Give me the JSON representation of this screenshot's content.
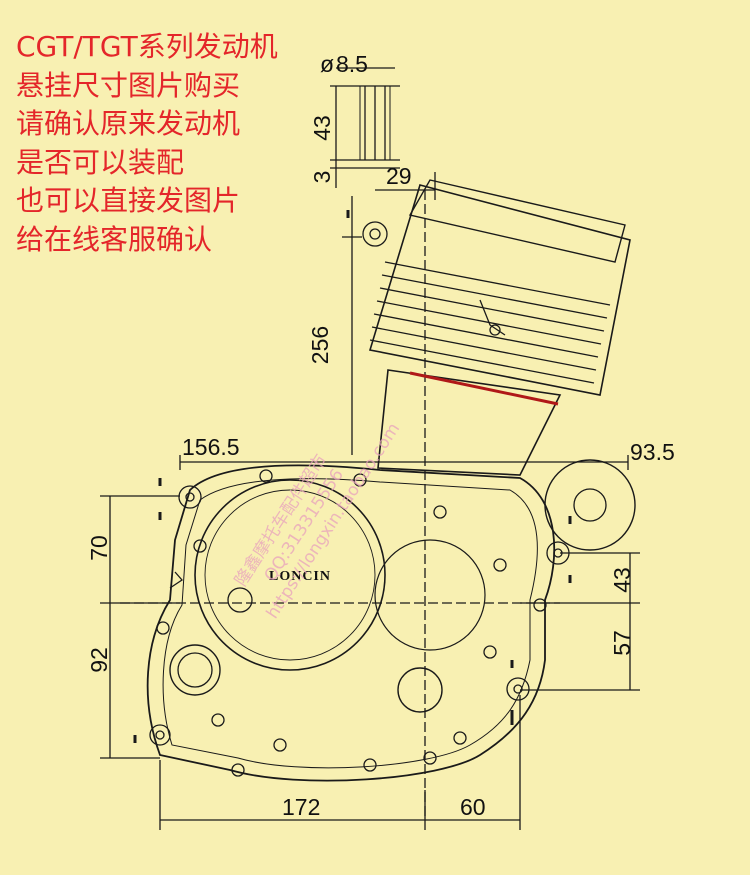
{
  "notes": [
    "CGT/TGT系列发动机",
    "悬挂尺寸图片购买",
    "请确认原来发动机",
    "是否可以装配",
    "也可以直接发图片",
    "给在线客服确认"
  ],
  "dimensions": {
    "bolt_diameter": "8.5",
    "bolt_diameter_symbol": "ø",
    "mount_height": "43",
    "mount_offset": "3",
    "top_offset": "29",
    "cylinder_height": "256",
    "front_offset": "156.5",
    "rear_offset": "93.5",
    "front_upper": "70",
    "front_lower": "92",
    "rear_upper": "43",
    "rear_lower": "57",
    "width_left": "172",
    "width_right": "60"
  },
  "brand_logo": "LONCIN",
  "watermark": {
    "line1": "隆鑫摩托车配件超市",
    "line2": "QQ:313315556",
    "line3": "https://longxin.taobao.com"
  },
  "colors": {
    "background": "#f8f0b2",
    "note_text": "#e4262a",
    "line": "#1a1a1a",
    "watermark": "#e8a2bd"
  }
}
